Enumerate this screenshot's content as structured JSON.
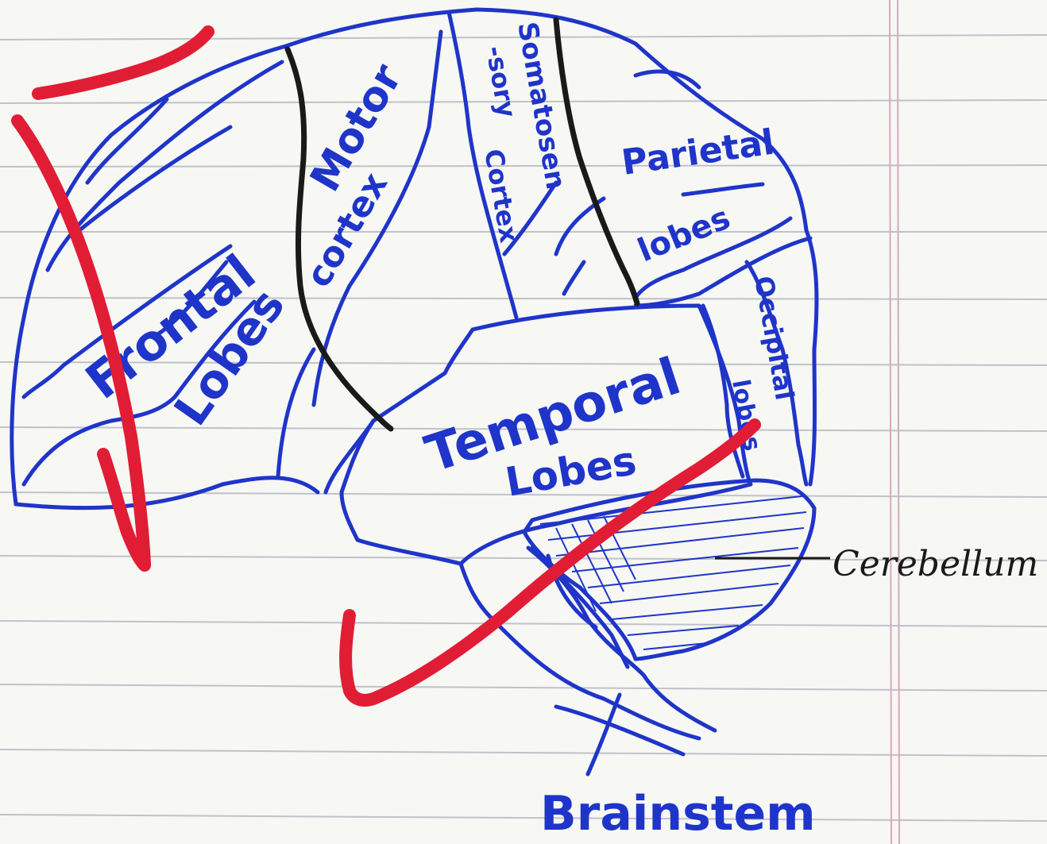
{
  "colors": {
    "paper": "#f7f7f4",
    "ruled_line": "#b9bcc4",
    "margin_line": "#d9a8c0",
    "ink_blue": "#1f35c9",
    "ink_black": "#1a1a1a",
    "marker_red": "#e11d35"
  },
  "lobes": {
    "frontal": {
      "line1": "Frontal",
      "line2": "Lobes"
    },
    "motor": {
      "line1": "Motor",
      "line2": "cortex"
    },
    "somatosensory": {
      "line1": "Somatosen",
      "line2": "-sory",
      "line3": "Cortex"
    },
    "parietal": {
      "line1": "Parietal",
      "line2": "lobes"
    },
    "occipital": {
      "line1": "Occipital",
      "line2": "lobes"
    },
    "temporal": {
      "line1": "Temporal",
      "line2": "Lobes"
    }
  },
  "labels": {
    "cerebellum": "Cerebellum",
    "brainstem": "Brainstem"
  },
  "marks": [
    "checkmark",
    "downward-arrow"
  ]
}
